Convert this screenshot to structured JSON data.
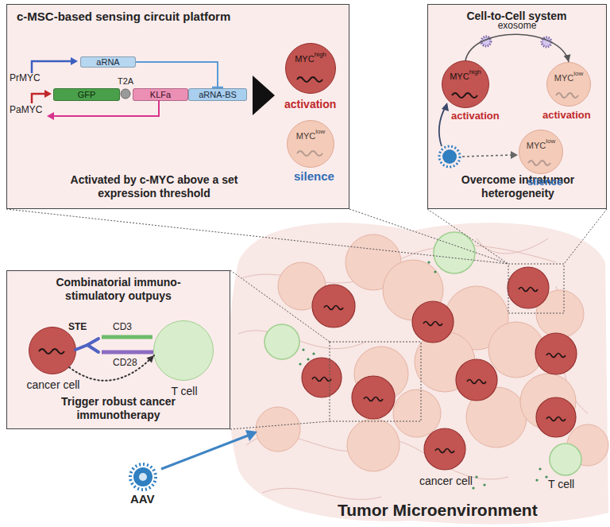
{
  "diagram": {
    "nodes": [
      {
        "text": [
          "c-MSC-based sensing circuit platform",
          "Activated by c-MYC above a set expression threshold"
        ]
      },
      {
        "text": [
          "aRNA"
        ],
        "in": 0
      },
      {
        "text": [
          "GFP"
        ],
        "in": 0
      },
      {
        "text": [
          "KLFa"
        ],
        "in": 0
      },
      {
        "text": [
          "aRNA-BS"
        ],
        "in": 0
      },
      {
        "text": [
          "MYC",
          "high"
        ],
        "in": 0
      },
      {
        "text": [
          "MYC",
          "low"
        ],
        "in": 0
      },
      {
        "text": [
          "Cell-to-Cell system",
          "Overcome intratumor heterogeneity"
        ]
      },
      {
        "text": [
          "MYC",
          "high"
        ],
        "in": 7
      },
      {
        "text": [
          "MYC",
          "low"
        ],
        "in": 7
      },
      {
        "text": [
          "MYC",
          "low"
        ],
        "in": 7
      },
      {
        "text": [
          "Combinatorial immuno-stimulatory outpuys",
          "Trigger robust cancer immunotherapy"
        ]
      },
      {
        "text": [
          "cancer cell"
        ],
        "in": 11
      },
      {
        "text": [
          "T cell"
        ],
        "in": 11
      }
    ],
    "edges": [
      {
        "from": 1,
        "to": 4,
        "arrow": "to"
      },
      {
        "from": 8,
        "to": 9,
        "label": "exosome",
        "arrow": "to"
      },
      {
        "from": 12,
        "to": 13,
        "arrow": "to"
      }
    ],
    "labels": [
      "PrMYC",
      "PaMYC",
      "T2A",
      "activation",
      "silence",
      "activation",
      "activation",
      "silence",
      "STE",
      "CD3",
      "CD28",
      "cancer cell",
      "T cell",
      "AAV",
      "Tumor Microenvironment"
    ]
  }
}
